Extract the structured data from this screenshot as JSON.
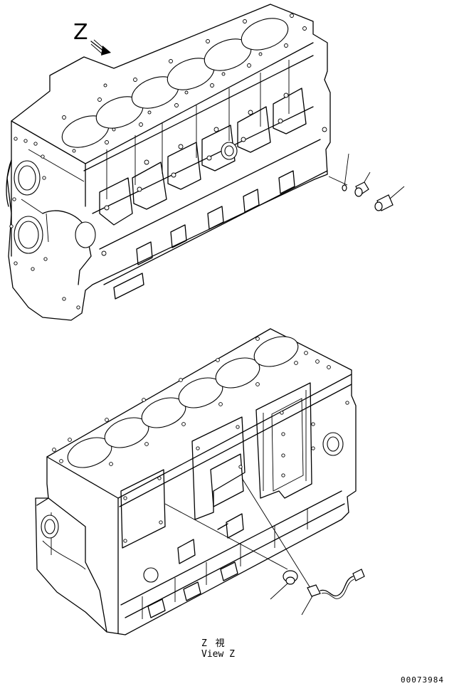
{
  "diagram": {
    "view_marker": "Z",
    "view_caption_jp": "Z 視",
    "view_caption_en": "View Z",
    "drawing_number": "00073984"
  }
}
